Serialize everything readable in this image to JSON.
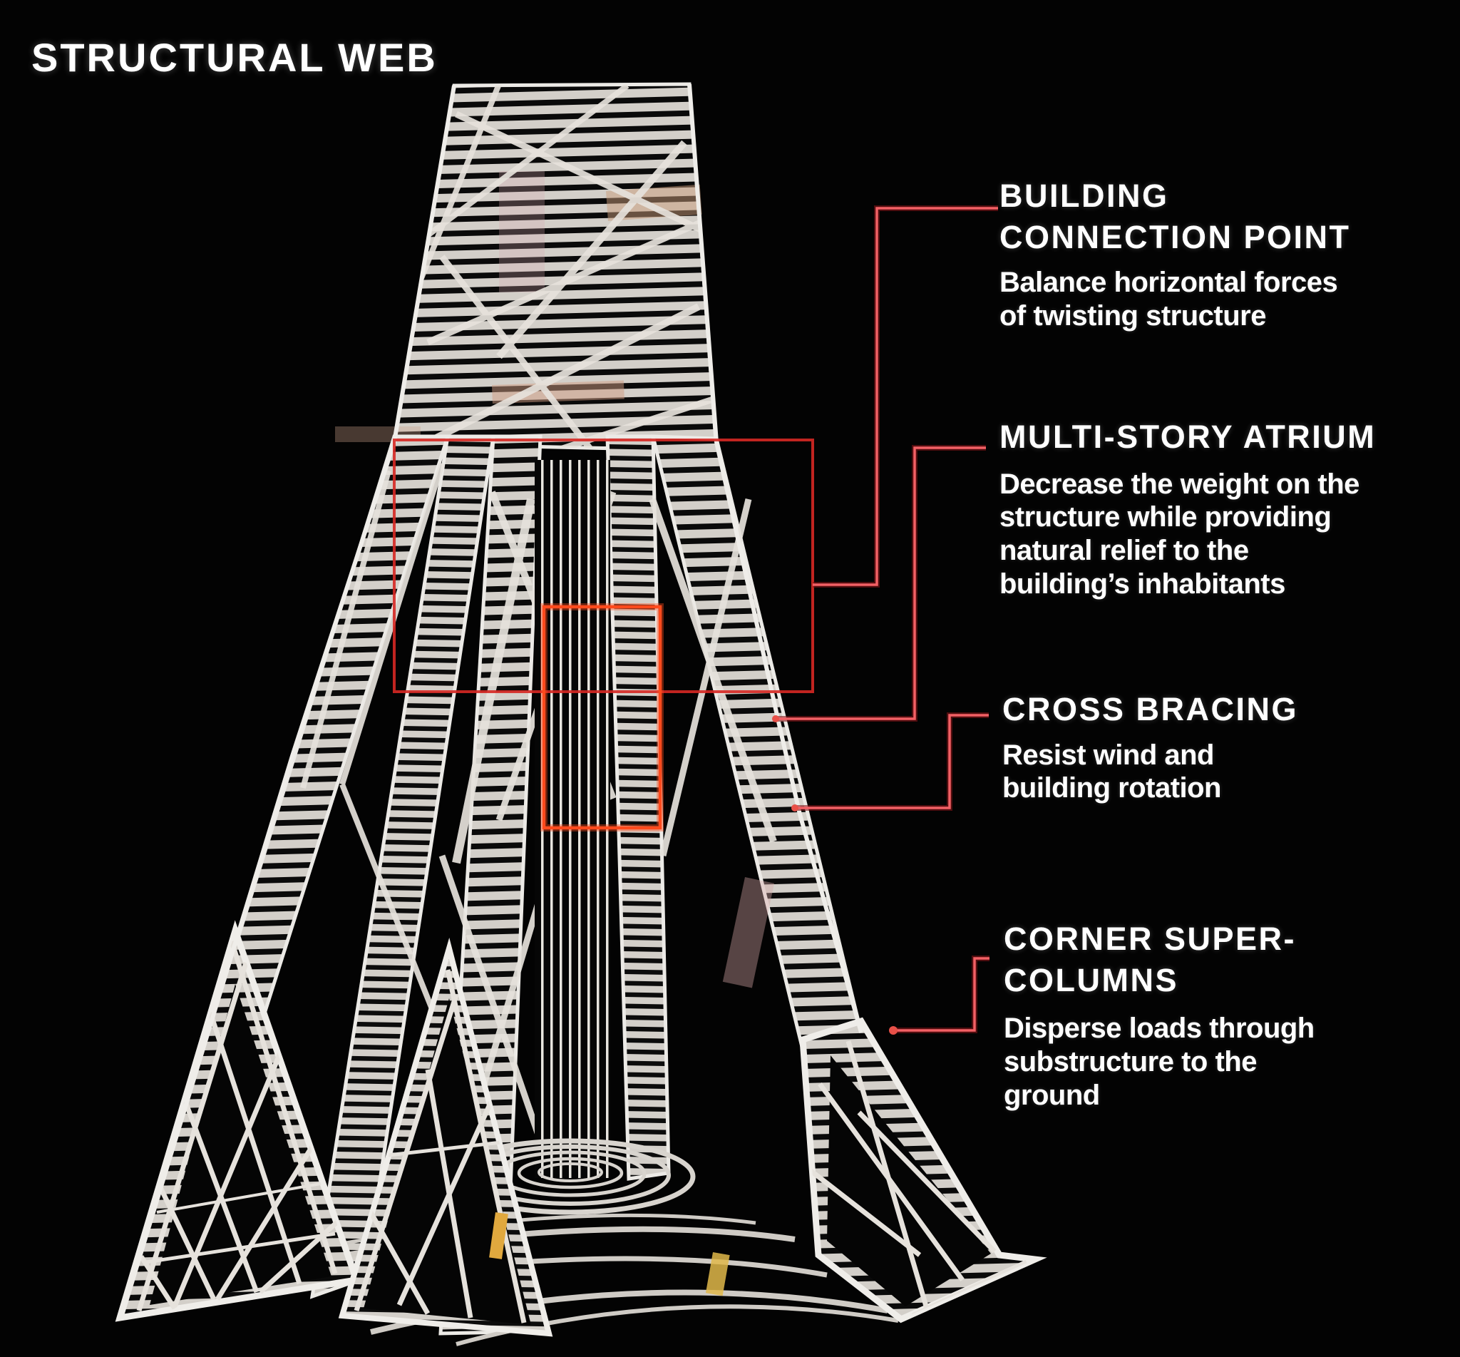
{
  "title": "STRUCTURAL WEB",
  "colors": {
    "background": "#030303",
    "text": "#ffffff",
    "leader_line": "#f05a5c",
    "highlight_rectangle": "#d62824",
    "atrium_rectangle": "#ff4a1c",
    "structure": "#d3cfc9"
  },
  "illustration": {
    "description": "twisting lattice tower structural model"
  },
  "annotations": [
    {
      "id": "building-connection-point",
      "heading": "BUILDING\nCONNECTION POINT",
      "body": "Balance horizontal forces\nof twisting structure"
    },
    {
      "id": "multi-story-atrium",
      "heading": "MULTI-STORY ATRIUM",
      "body": "Decrease the weight on the\nstructure while providing\nnatural relief to the\nbuilding’s inhabitants"
    },
    {
      "id": "cross-bracing",
      "heading": "CROSS BRACING",
      "body": "Resist wind and\nbuilding rotation"
    },
    {
      "id": "corner-super-columns",
      "heading": "CORNER SUPER-\nCOLUMNS",
      "body": "Disperse loads through\nsubstructure to the\nground"
    }
  ]
}
